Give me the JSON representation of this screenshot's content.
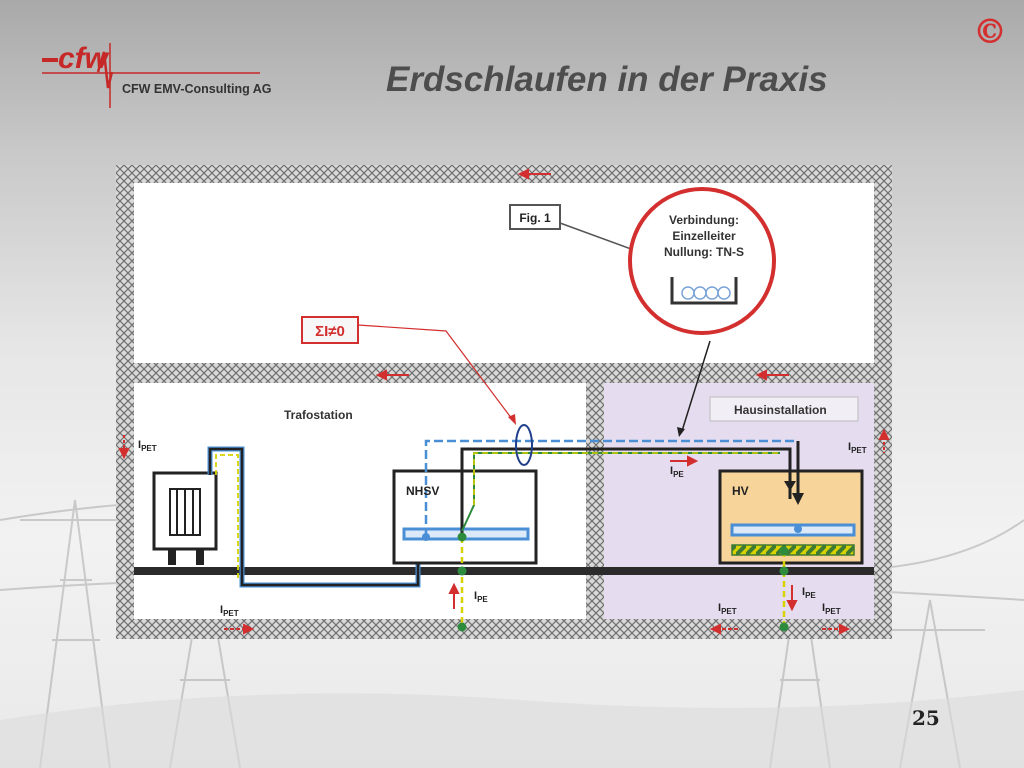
{
  "slide": {
    "title": "Erdschlaufen in der Praxis",
    "copyright": "©",
    "company": "CFW EMV-Consulting AG",
    "logo_text": "cfw",
    "page_number": "25"
  },
  "diagram": {
    "fig_label": "Fig. 1",
    "sum_label": "ΣI≠0",
    "callout": {
      "line1": "Verbindung:",
      "line2": "Einzelleiter",
      "line3": "Nullung: TN-S"
    },
    "trafostation_label": "Trafostation",
    "hausinstallation_label": "Hausinstallation",
    "nhsv_label": "NHSV",
    "hv_label": "HV",
    "current_main": "I",
    "sub_pet": "PET",
    "sub_pe": "PE"
  },
  "colors": {
    "accent_red": "#d32f2f",
    "pe_wire": "#d8d200",
    "pe_wire_dash": "#2e8b3d",
    "neutral_blue": "#4a8fd6",
    "house_fill": "#e6dcef",
    "hv_fill": "#f6d49a",
    "hatch": "#8a8a8a"
  }
}
